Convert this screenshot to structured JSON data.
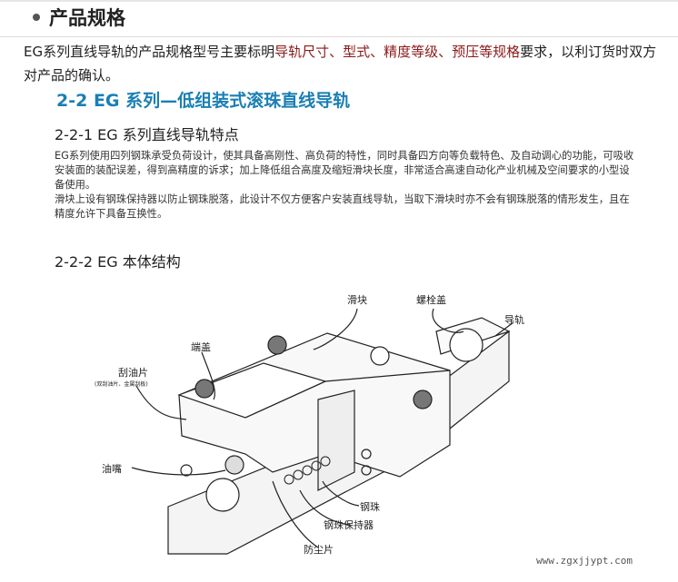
{
  "header": {
    "title": "产品规格"
  },
  "intro": {
    "text_before": "EG系列直线导轨的产品规格型号主要标明",
    "highlight": "导轨尺寸、型式、精度等级、预压等规格",
    "text_after": "要求，以利订货时双方对产品的确认。"
  },
  "section": {
    "title": "2-2  EG 系列—低组装式滚珠直线导轨",
    "features_title": "2-2-1 EG 系列直线导轨特点",
    "features_p1": "EG系列使用四列钢珠承受负荷设计，使其具备高刚性、高负荷的特性，同时具备四方向等负载特色、及自动调心的功能，可吸收安装面的装配误差，得到高精度的诉求；加上降低组合高度及缩短滑块长度，非常适合高速自动化产业机械及空间要求的小型设备使用。",
    "features_p2": "滑块上设有钢珠保持器以防止钢珠脱落，此设计不仅方便客户安装直线导轨，当取下滑块时亦不会有钢珠脱落的情形发生，且在精度允许下具备互换性。",
    "structure_title": "2-2-2 EG 本体结构"
  },
  "diagram": {
    "labels": {
      "slider": "滑块",
      "bolt_cap": "螺栓盖",
      "rail": "导轨",
      "end_cap": "端盖",
      "scraper": "刮油片",
      "scraper_note": "(双刮油片、金属刮板)",
      "grease_nipple": "油嘴",
      "steel_ball": "钢珠",
      "retainer": "钢珠保持器",
      "dust_seal": "防尘片"
    }
  },
  "watermark": "www.zgxjjypt.com"
}
